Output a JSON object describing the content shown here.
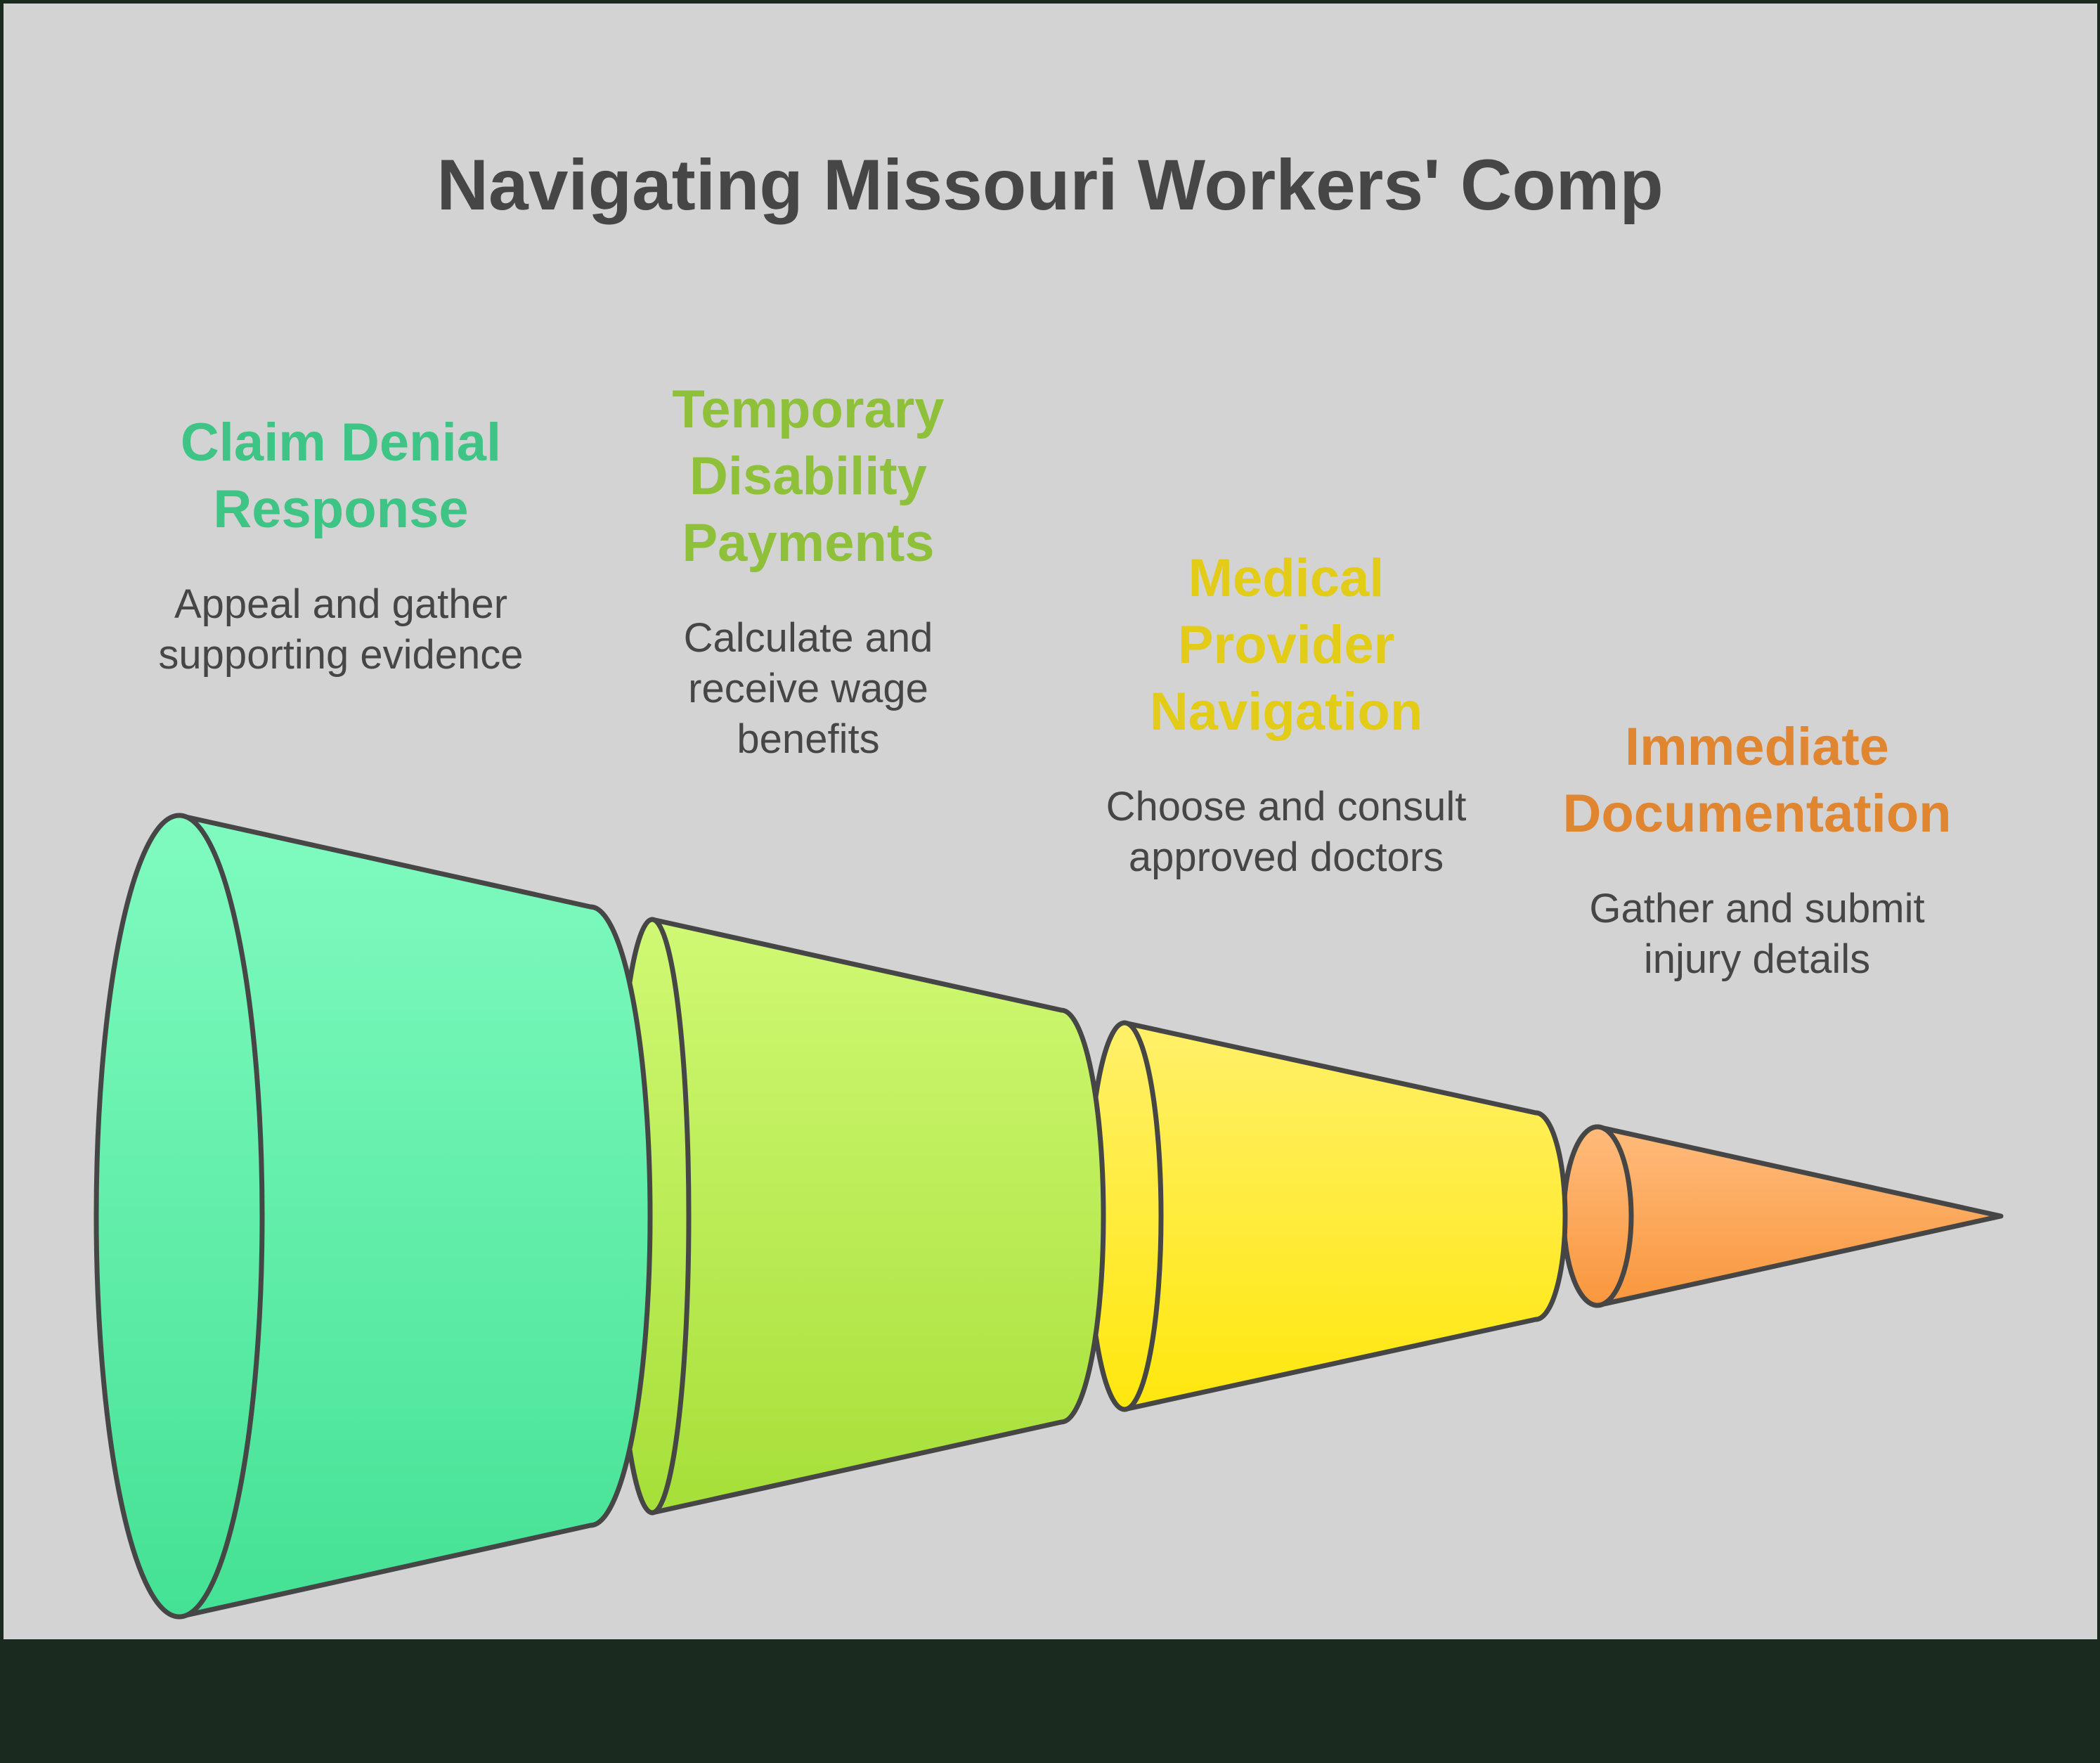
{
  "title": "Navigating Missouri Workers' Comp",
  "colors": {
    "background": "#d3d3d3",
    "footer_band": "#1b2a1f",
    "outline": "#464646",
    "text_dark": "#464646"
  },
  "stages": [
    {
      "title_lines": [
        "Claim Denial",
        "Response"
      ],
      "description_lines": [
        "Appeal and gather",
        "supporting evidence"
      ],
      "title_color": "#3ec485",
      "fill_top": "#80fbc0",
      "fill_bottom": "#44e194"
    },
    {
      "title_lines": [
        "Temporary",
        "Disability",
        "Payments"
      ],
      "description_lines": [
        "Calculate and",
        "receive wage",
        "benefits"
      ],
      "title_color": "#8fc03a",
      "fill_top": "#d0f974",
      "fill_bottom": "#a6df38"
    },
    {
      "title_lines": [
        "Medical",
        "Provider",
        "Navigation"
      ],
      "description_lines": [
        "Choose and consult",
        "approved doctors"
      ],
      "title_color": "#e2cc18",
      "fill_top": "#fff06a",
      "fill_bottom": "#ffe70d"
    },
    {
      "title_lines": [
        "Immediate",
        "Documentation"
      ],
      "description_lines": [
        "Gather and submit",
        "injury details"
      ],
      "title_color": "#e08530",
      "fill_top": "#ffbb7c",
      "fill_bottom": "#f9973d"
    }
  ]
}
